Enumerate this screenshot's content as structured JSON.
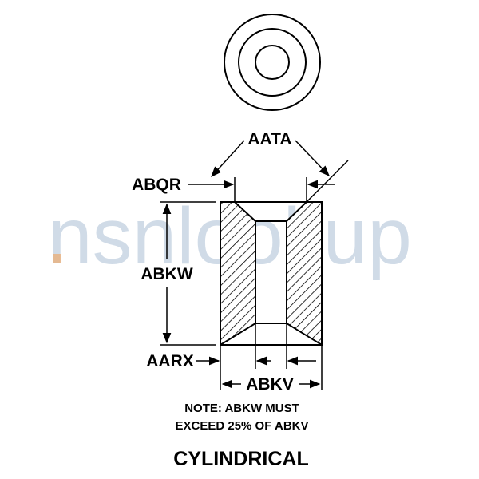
{
  "watermark": {
    "text": "nsnlookup"
  },
  "dimensions": {
    "aata": "AATA",
    "abqr": "ABQR",
    "abkw": "ABKW",
    "aarx": "AARX",
    "abkv": "ABKV"
  },
  "note": {
    "line1": "NOTE: ABKW MUST",
    "line2": "EXCEED 25%  OF ABKV"
  },
  "title": "CYLINDRICAL"
}
